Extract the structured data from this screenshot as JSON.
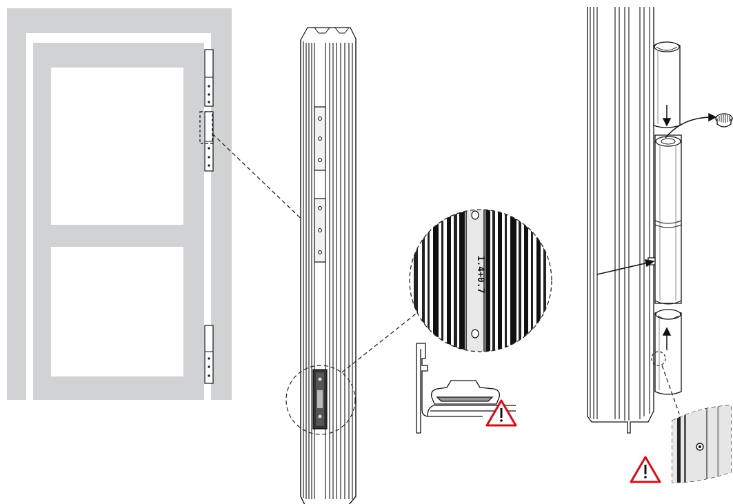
{
  "colors": {
    "frame_gray": "#d0d2d3",
    "line": "#111111",
    "warning_red": "#e30613",
    "profile_fill": "#ffffff",
    "callout_dash": "#222222"
  },
  "icons": [
    "warning-triangle-icon",
    "direction-arrow-icon",
    "hinge-cap-icon",
    "screw-hole-icon"
  ],
  "detail_label": {
    "text": "1.4+0.7"
  },
  "warnings": [
    {
      "name": "profile-warning",
      "icon": "warning-triangle-icon"
    },
    {
      "name": "hinge-warning",
      "icon": "warning-triangle-icon"
    }
  ]
}
